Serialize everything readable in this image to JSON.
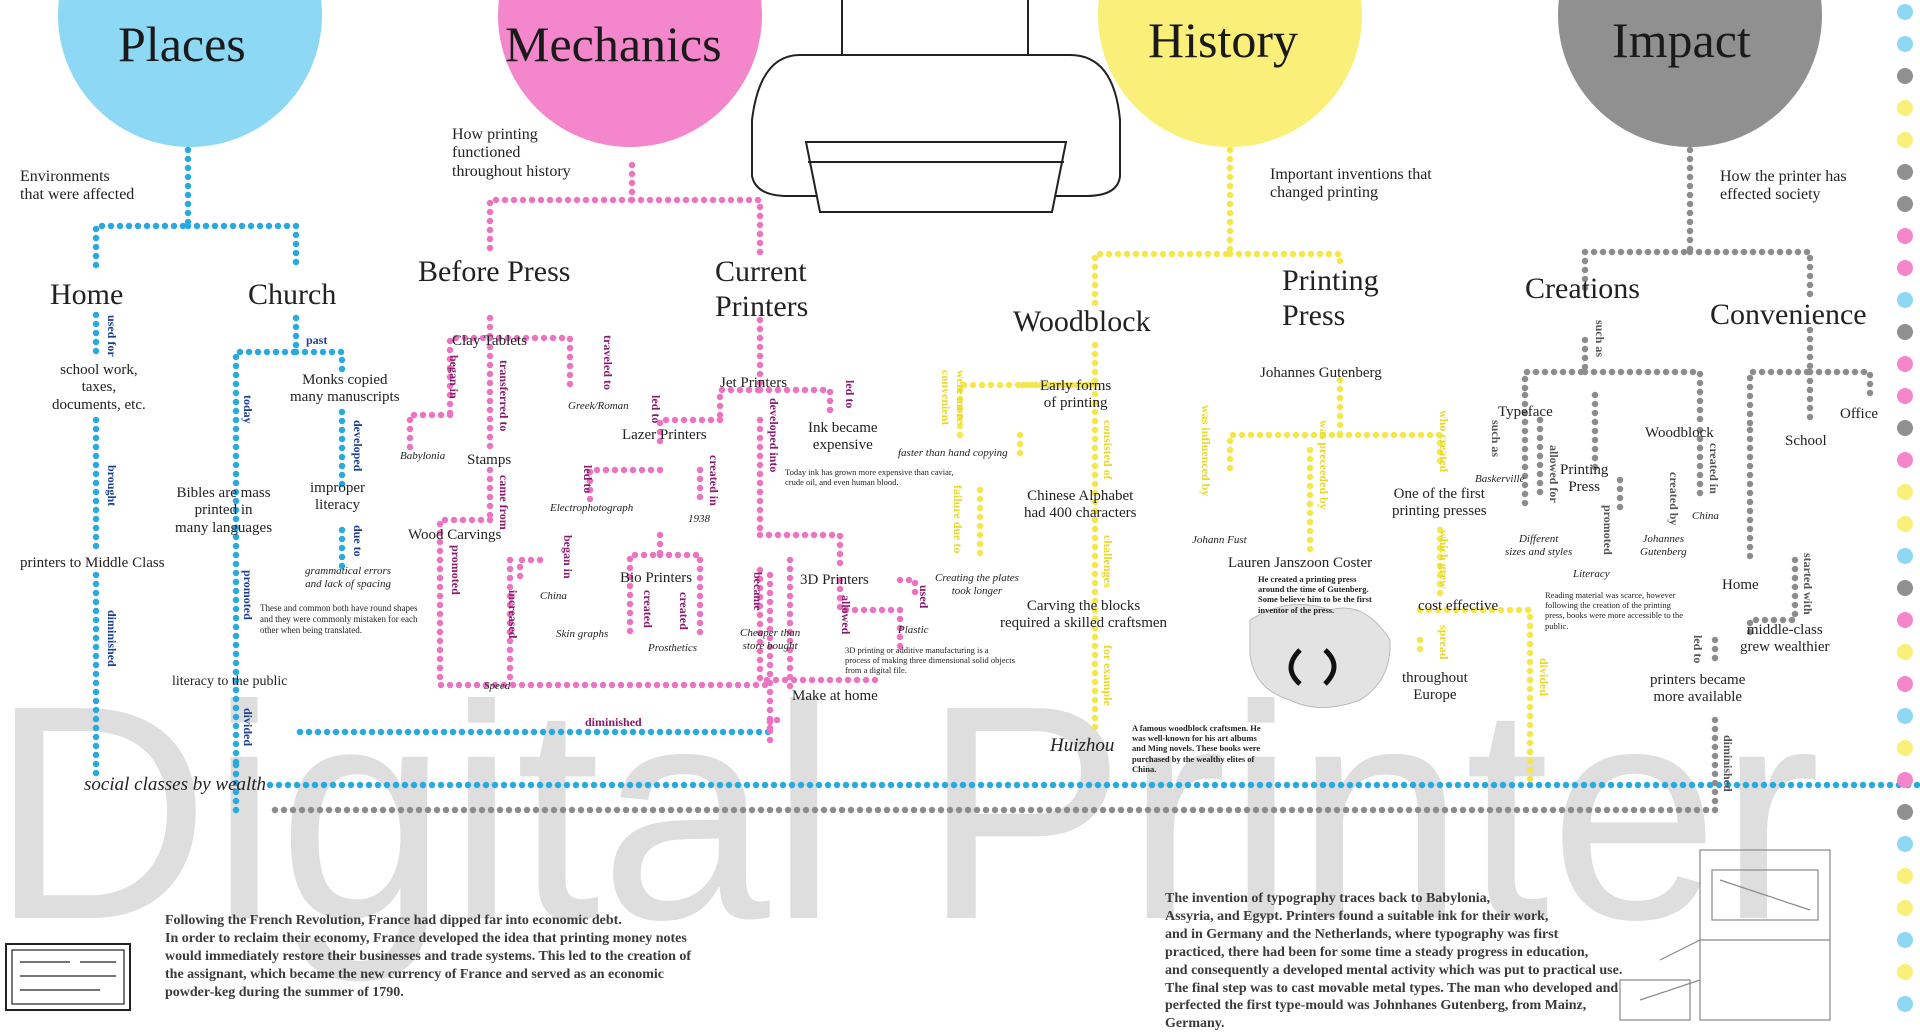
{
  "watermark": "Digital Printer",
  "colors": {
    "blue": "#28a9e0",
    "pink": "#ec73c1",
    "yellow": "#f5e64d",
    "gray": "#8c8c8c",
    "label_blue": "#1d3f92",
    "label_purple": "#8a1c6d",
    "label_yellow": "#e8d82a"
  },
  "categories": {
    "places": "Places",
    "mechanics": "Mechanics",
    "history": "History",
    "impact": "Impact"
  },
  "subtitles": {
    "places": "Environments\nthat were affected",
    "mechanics": "How printing\nfunctioned\nthroughout history",
    "history": "Important inventions that\nchanged printing",
    "impact": "How the printer has\neffected society"
  },
  "places": {
    "home": "Home",
    "church": "Church",
    "used_for": "used for",
    "school": "school work,\ntaxes,\ndocuments, etc.",
    "brought": "brought",
    "printers_middle": "printers to Middle Class",
    "diminished": "diminished",
    "social": "social classes by wealth",
    "past": "past",
    "today": "today",
    "monks": "Monks copied\nmany manuscripts",
    "developed": "developed",
    "improper": "improper\nliteracy",
    "due_to": "due to",
    "grammatical": "grammatical errors\nand lack of spacing",
    "note": "These and common both have round shapes and they were commonly mistaken for each other when being translated.",
    "bibles": "Bibles are mass\nprinted in\nmany languages",
    "promoted": "promoted",
    "literacy": "literacy to the public",
    "divided": "divided"
  },
  "mechanics": {
    "before_press": "Before Press",
    "current_printers": "Current\nPrinters",
    "clay": "Clay Tablets",
    "began_in": "began in",
    "babylonia": "Babylonia",
    "traveled_to": "traveled to",
    "greek": "Greek/Roman",
    "transferred_to": "transferred to",
    "stamps": "Stamps",
    "came_from": "came from",
    "wood": "Wood Carvings",
    "began_in_2": "began in",
    "china": "China",
    "promoted": "promoted",
    "increased": "increased",
    "speed": "Speed",
    "jet": "Jet Printers",
    "led_to": "led to",
    "ink": "Ink became\nexpensive",
    "ink_note": "Today ink has grown more expensive than caviar, crude oil, and even human blood.",
    "led_to_2": "led to",
    "laser": "Lazer Printers",
    "developed_into": "developed into",
    "led_to_3": "led to",
    "electro": "Electrophotograph",
    "created_in": "created in",
    "year": "1938",
    "bio": "Bio Printers",
    "created": "created",
    "skin": "Skin graphs",
    "created_2": "created",
    "prosthetics": "Prosthetics",
    "three_d": "3D Printers",
    "became": "became",
    "cheaper": "Cheaper than\nstore bought",
    "allowed": "allowed",
    "used": "used",
    "plastic": "Plastic",
    "three_d_note": "3D printing or additive manufacturing is a process of making three dimensional solid objects from a digital file.",
    "make_home": "Make at home",
    "diminished": "diminished"
  },
  "history": {
    "woodblock": "Woodblock",
    "printing_press": "Printing\nPress",
    "were_more": "were more\nconvenient",
    "early": "Early forms\nof printing",
    "faster": "faster than hand copying",
    "consisted_of": "consisted of",
    "failure_due": "failure due to",
    "chinese": "Chinese Alphabet\nhad 400 characters",
    "plates": "Creating the plates\ntook longer",
    "challenges": "challenges",
    "carving": "Carving the blocks\nrequired a skilled craftsmen",
    "for_example": "for example",
    "huizhou": "Huizhou",
    "huizhou_note": "A famous woodblock craftsmen. He was well-known for his art albums and Ming novels. These books were purchased by the wealthy elites of China.",
    "gutenberg": "Johannes Gutenberg",
    "was_influenced": "was influenced by",
    "johann": "Johann Fust",
    "was_preceeded": "was preceeded by",
    "coster": "Lauren Janszoon Coster",
    "coster_note": "He created a printing press around the time of Gutenberg. Some believe him to be the first inventor of the press.",
    "who_created": "who created",
    "one_of": "One of the first\nprinting presses",
    "which_grew": "which grew",
    "cost": "cost effective",
    "spread": "spread",
    "throughout": "throughout\nEurope",
    "divided": "divided"
  },
  "impact": {
    "creations": "Creations",
    "convenience": "Convenience",
    "such_as": "such as",
    "typeface": "Typeface",
    "such_as_2": "such as",
    "baskerville": "Baskerville",
    "allowed_for": "allowed for",
    "different": "Different\nsizes and styles",
    "printing_press": "Printing\nPress",
    "promoted": "promoted",
    "literacy": "Literacy",
    "created_by": "created by",
    "johannes": "Johannes\nGutenberg",
    "woodblock": "Woodblock",
    "created_in": "created in",
    "china": "China",
    "reading_note": "Reading material was scarce, however following the creation of the printing press, books were more accessible to the public.",
    "school": "School",
    "office": "Office",
    "home": "Home",
    "started_with": "started with",
    "middle": "middle-class\ngrew wealthier",
    "led_to": "led to",
    "printers_avail": "printers became\nmore available",
    "diminished": "diminished"
  },
  "paragraphs": {
    "left": "Following the French Revolution, France had dipped far into economic debt.\n In order to reclaim their economy, France developed the idea that printing money notes would immediately restore their businesses and trade systems. This led to the creation of the assignant, which became the new currency of France and served as an economic powder-keg during the summer of 1790.",
    "right": "The invention of typography traces back to Babylonia,\nAssyria, and Egypt. Printers found a suitable ink for their work,\n and in Germany and the Netherlands, where typography was first\npracticed, there had been for some time a steady progress in education,\nand consequently a developed mental activity which was put to practical use.\nThe final step was to cast movable metal types. The man who developed and\nperfected the first type-mould was Johnhanes Gutenberg, from Mainz, Germany."
  }
}
